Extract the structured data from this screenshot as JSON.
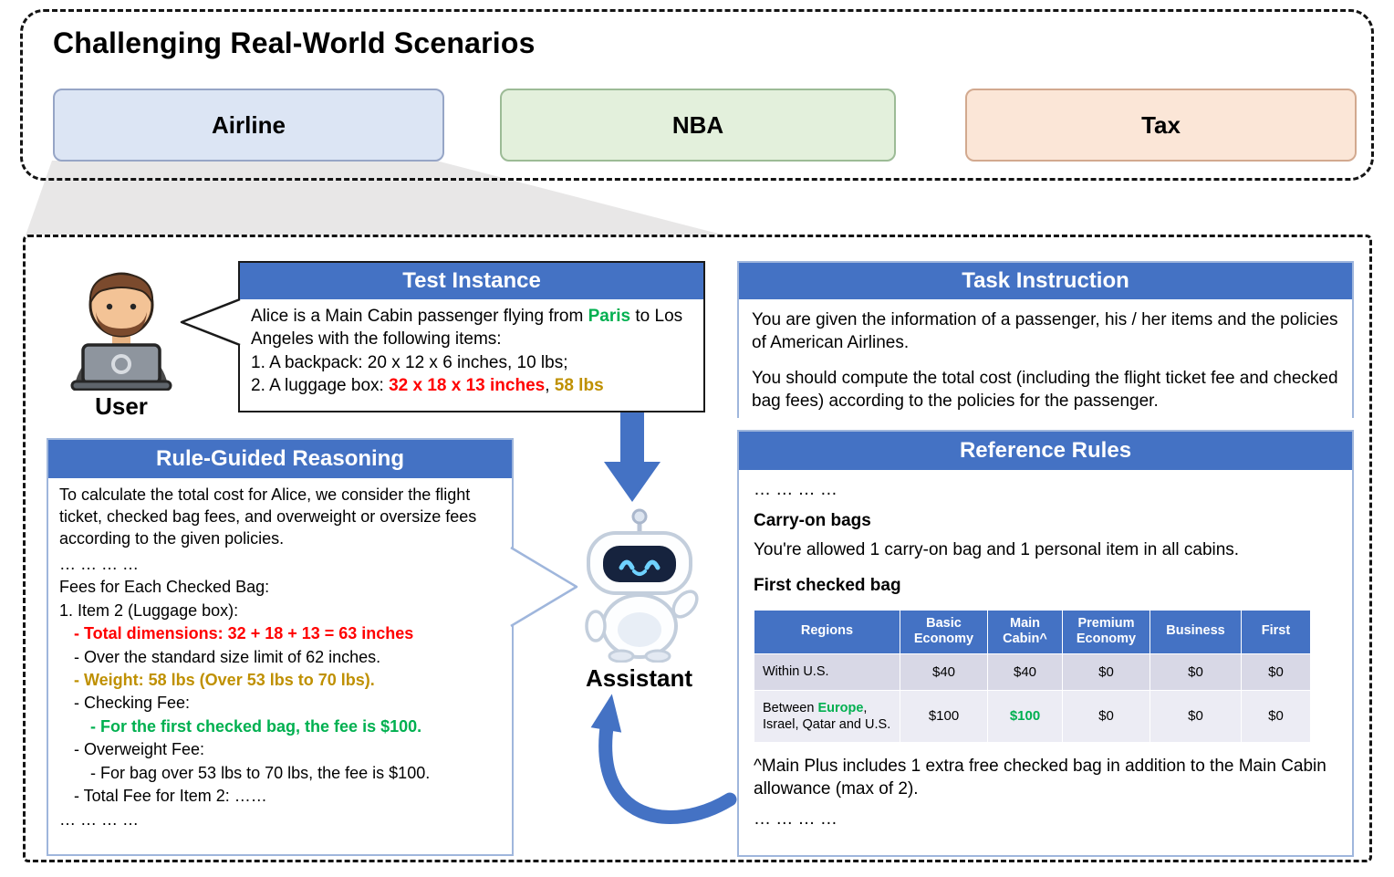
{
  "figure_title": "Challenging Real-World Scenarios",
  "scenarios": [
    "Airline",
    "NBA",
    "Tax"
  ],
  "user_label": "User",
  "assistant_label": "Assistant",
  "test_instance": {
    "header": "Test Instance",
    "intro_pre": "Alice is a Main Cabin passenger flying from ",
    "intro_city": "Paris",
    "intro_post": " to Los Angeles with the following items:",
    "item1": "1. A backpack: 20 x 12 x 6 inches, 10 lbs;",
    "item2_pre": "2. A luggage box: ",
    "item2_dims": "32 x 18 x 13 inches",
    "item2_comma": ", ",
    "item2_weight": "58 lbs"
  },
  "task_instruction": {
    "header": "Task Instruction",
    "p1": "You are given the information of a passenger, his / her items and the policies of American Airlines.",
    "p2": "You should compute the total cost (including the flight ticket fee and checked bag fees) according to the policies for the passenger."
  },
  "reasoning": {
    "header": "Rule-Guided Reasoning",
    "intro": "To calculate the total cost for Alice, we consider the flight ticket, checked bag fees, and overweight or oversize fees according to the given policies.",
    "ellipsis_top": "… … … …",
    "fees_heading": "Fees for Each Checked Bag:",
    "item_line": "1. Item 2 (Luggage box):",
    "dims_line": "- Total dimensions: 32 + 18 + 13 = 63 inches",
    "oversize_line": "- Over the standard size limit of 62 inches.",
    "weight_line": "- Weight: 58 lbs (Over 53 lbs to 70 lbs).",
    "checking_fee_line": "- Checking Fee:",
    "first_bag_line": "- For the first checked bag, the fee is $100.",
    "overweight_line": "- Overweight Fee:",
    "overweight_detail_line": "- For bag over 53 lbs to 70 lbs, the fee is $100.",
    "total_line": "- Total Fee for Item 2: ……",
    "ellipsis_bottom": "… … … …"
  },
  "reference_rules": {
    "header": "Reference Rules",
    "ellipsis_top": "… … … …",
    "carry_on_heading": "Carry-on bags",
    "carry_on_text": "You're allowed 1 carry-on bag and 1 personal item in all cabins.",
    "first_bag_heading": "First checked bag",
    "table": {
      "headers": [
        "Regions",
        "Basic Economy",
        "Main Cabin^",
        "Premium Economy",
        "Business",
        "First"
      ],
      "rows": [
        {
          "region": "Within U.S.",
          "values": [
            "$40",
            "$40",
            "$0",
            "$0",
            "$0"
          ]
        },
        {
          "region_pre": "Between ",
          "region_highlight": "Europe",
          "region_post": ", Israel, Qatar and U.S.",
          "values": [
            "$100",
            "$100",
            "$0",
            "$0",
            "$0"
          ]
        }
      ]
    },
    "footnote": "^Main Plus includes 1 extra free checked bag in addition to the Main Cabin allowance (max of 2).",
    "ellipsis_bottom": "… … … …"
  },
  "colors": {
    "panel_header_blue": "#4472C4",
    "arrow_blue": "#4472C4",
    "highlight_red": "#FF0000",
    "highlight_green": "#00B050",
    "highlight_gold": "#BF9000",
    "airline_bg": "#DCE5F4",
    "nba_bg": "#E3F0DC",
    "tax_bg": "#FBE6D7"
  }
}
